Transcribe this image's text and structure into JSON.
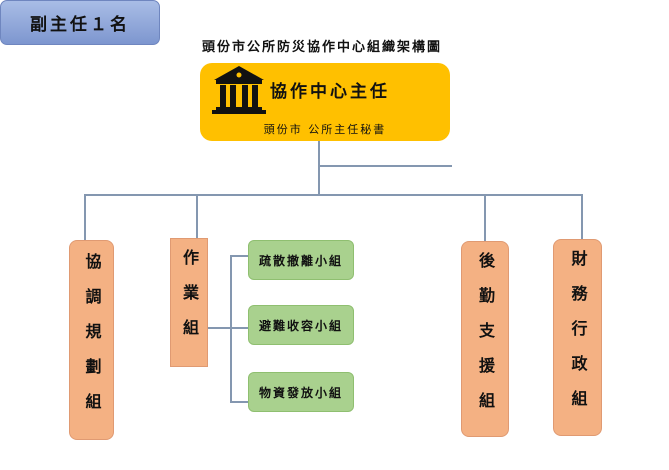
{
  "title": "頭份市公所防災協作中心組織架構圖",
  "director": {
    "title": "協作中心主任",
    "subtitle": "頭份市 公所主任秘書",
    "icon": "building-icon"
  },
  "deputy": {
    "label": "副主任１名"
  },
  "groups": [
    {
      "label": "協調規劃組"
    },
    {
      "label": "作業組"
    },
    {
      "label": "後勤支援組"
    },
    {
      "label": "財務行政組"
    }
  ],
  "subgroups": [
    {
      "label": "疏散撤離小組"
    },
    {
      "label": "避難收容小組"
    },
    {
      "label": "物資發放小組"
    }
  ],
  "colors": {
    "director": "#FFC000",
    "deputy": "#8EA9DB",
    "group": "#F4B183",
    "subgroup": "#A9D18E",
    "line": "#8497B0"
  }
}
